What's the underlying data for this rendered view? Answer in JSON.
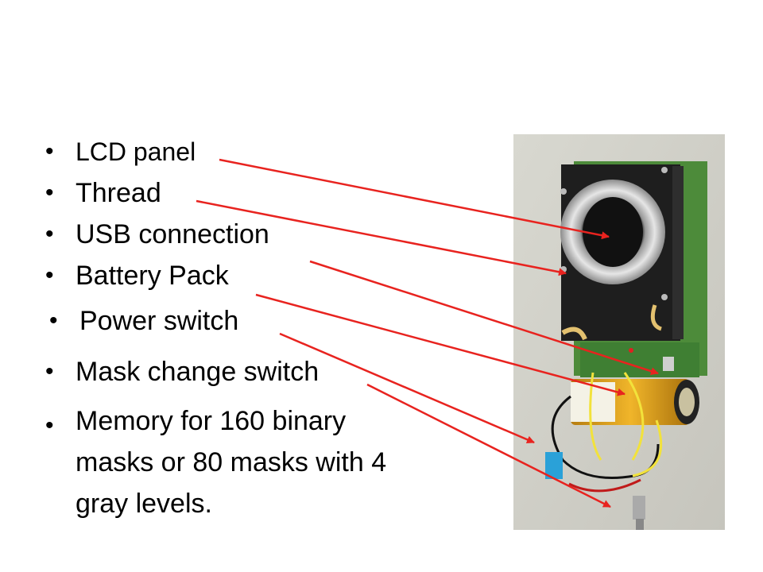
{
  "slide": {
    "bullets": [
      {
        "label": "LCD panel"
      },
      {
        "label": "Thread"
      },
      {
        "label": "USB connection"
      },
      {
        "label": "Battery Pack"
      },
      {
        "label": "Power switch"
      },
      {
        "label": "Mask change switch"
      },
      {
        "label": "Memory for 160 binary masks or 80 masks with 4 gray levels."
      }
    ],
    "bullet_char": "•",
    "arrow_color": "#e8231f"
  }
}
